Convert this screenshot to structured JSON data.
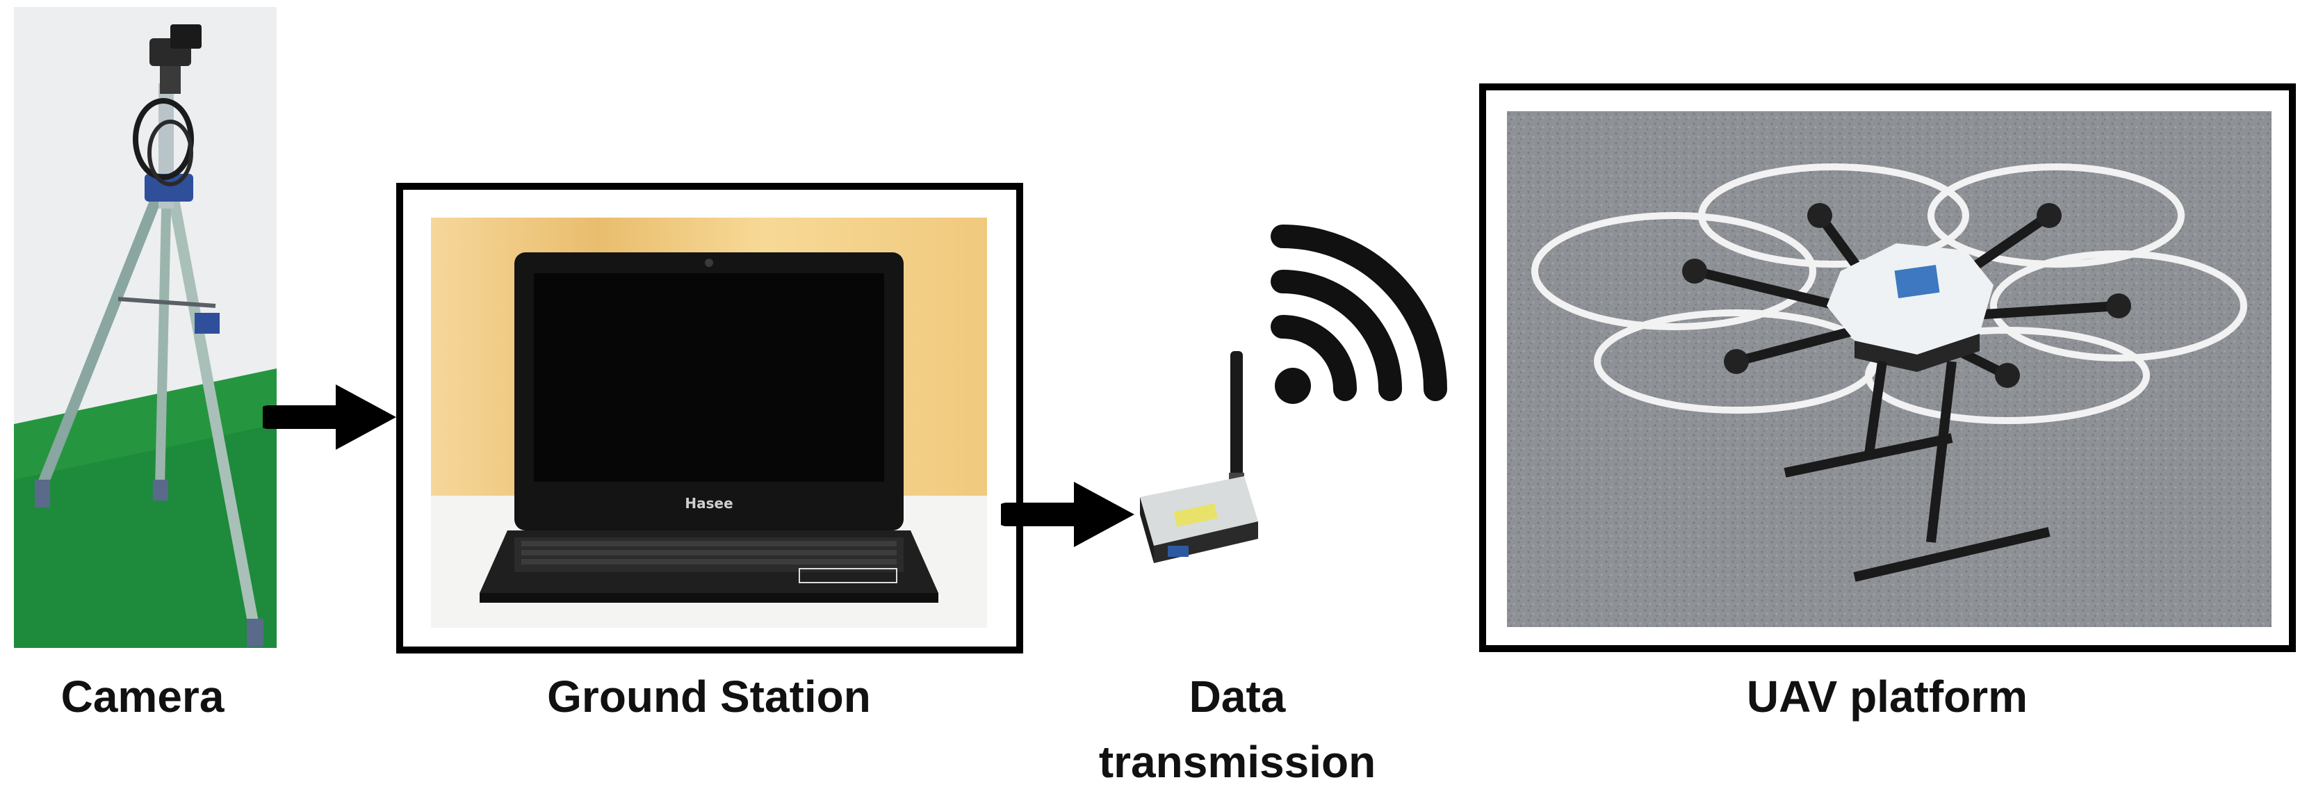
{
  "labels": {
    "camera": "Camera",
    "ground_station": "Ground Station",
    "data_transmission_line1": "Data",
    "data_transmission_line2": "transmission",
    "uav_platform": "UAV platform"
  },
  "laptop_brand": "Hasee",
  "colors": {
    "arrow": "#000000",
    "frame": "#000000",
    "camera_floor": "#1e8a3c",
    "wall": "#e9ecef",
    "laptop_wall": "#f3cf86",
    "asphalt": "#8c8f93",
    "wifi": "#111111"
  }
}
